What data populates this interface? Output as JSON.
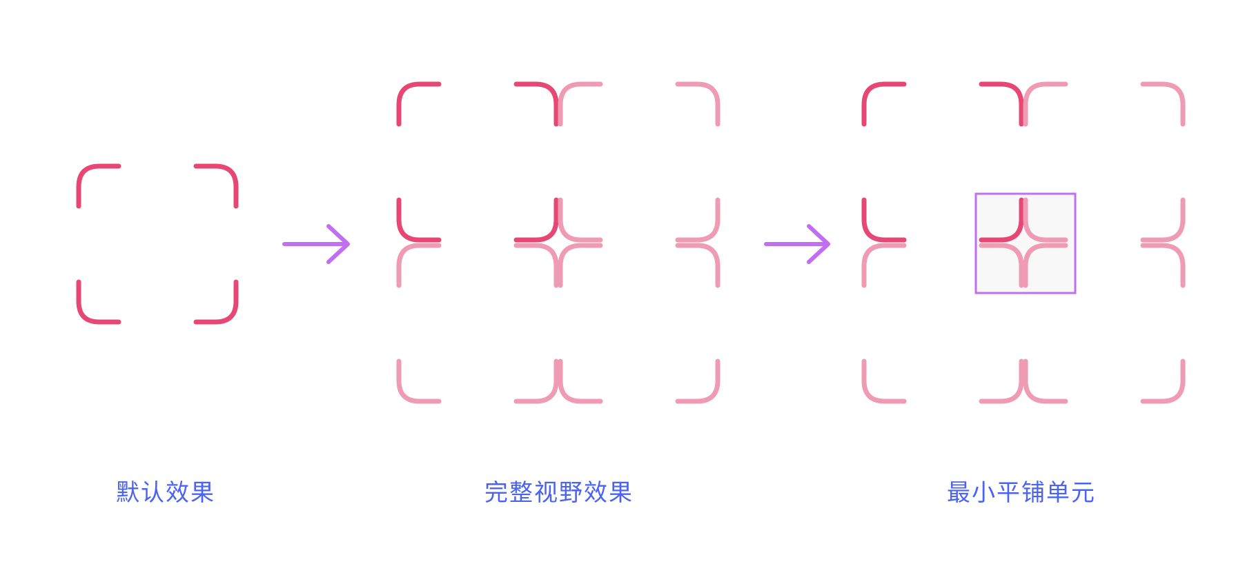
{
  "colors": {
    "primary_corner": "#e64775",
    "faded_corner": "#ef9bb3",
    "arrow": "#c06ff0",
    "highlight_border": "#c06ff0",
    "highlight_fill": "#f8f8f8",
    "caption": "#4a63f5"
  },
  "panels": [
    {
      "id": "default",
      "caption": "默认效果"
    },
    {
      "id": "full-view",
      "caption": "完整视野效果"
    },
    {
      "id": "min-tile",
      "caption": "最小平铺单元"
    }
  ],
  "icons": {
    "arrow_1": "arrow-right-icon",
    "arrow_2": "arrow-right-icon",
    "corner": "rounded-corner-bracket-icon"
  }
}
